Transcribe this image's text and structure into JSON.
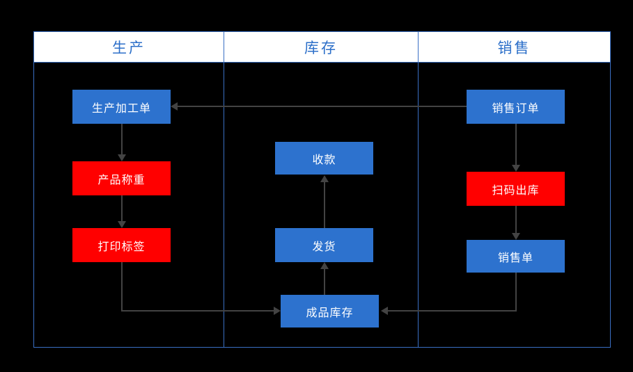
{
  "diagram": {
    "type": "swimlane-flowchart",
    "background_color": "#000000",
    "frame_color": "#3a6fc4",
    "accent_blue": "#2d72ce",
    "accent_red": "#ff0000",
    "connector_color": "#434343",
    "header_text_color": "#2c6fc9",
    "header_background": "#ffffff",
    "lanes": [
      {
        "id": "production",
        "label": "生产"
      },
      {
        "id": "inventory",
        "label": "库存"
      },
      {
        "id": "sales",
        "label": "销售"
      }
    ],
    "nodes": [
      {
        "id": "production-order",
        "lane": "production",
        "label": "生产加工单",
        "color": "#2d72ce"
      },
      {
        "id": "product-weighing",
        "lane": "production",
        "label": "产品称重",
        "color": "#ff0000"
      },
      {
        "id": "print-label",
        "lane": "production",
        "label": "打印标签",
        "color": "#ff0000"
      },
      {
        "id": "payment",
        "lane": "inventory",
        "label": "收款",
        "color": "#2d72ce"
      },
      {
        "id": "shipment",
        "lane": "inventory",
        "label": "发货",
        "color": "#2d72ce"
      },
      {
        "id": "finished-goods",
        "lane": "inventory",
        "label": "成品库存",
        "color": "#2d72ce"
      },
      {
        "id": "sales-order",
        "lane": "sales",
        "label": "销售订单",
        "color": "#2d72ce"
      },
      {
        "id": "scan-outbound",
        "lane": "sales",
        "label": "扫码出库",
        "color": "#ff0000"
      },
      {
        "id": "sales-receipt",
        "lane": "sales",
        "label": "销售单",
        "color": "#2d72ce"
      }
    ],
    "edges": [
      {
        "from": "sales-order",
        "to": "production-order"
      },
      {
        "from": "production-order",
        "to": "product-weighing"
      },
      {
        "from": "product-weighing",
        "to": "print-label"
      },
      {
        "from": "print-label",
        "to": "finished-goods"
      },
      {
        "from": "sales-order",
        "to": "scan-outbound"
      },
      {
        "from": "scan-outbound",
        "to": "sales-receipt"
      },
      {
        "from": "sales-receipt",
        "to": "finished-goods"
      },
      {
        "from": "finished-goods",
        "to": "shipment"
      },
      {
        "from": "shipment",
        "to": "payment"
      }
    ]
  }
}
